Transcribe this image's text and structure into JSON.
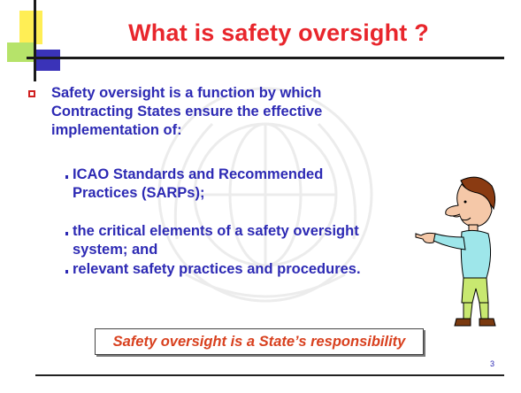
{
  "slide": {
    "title": "What is safety oversight ?",
    "intro": "Safety oversight is a function by which Contracting States ensure the effective implementation of:",
    "sub_items": [
      "ICAO Standards and Recommended Practices (SARPs);",
      "the critical elements of a safety oversight system; and",
      "relevant safety practices and procedures."
    ],
    "callout": "Safety oversight is a State’s responsibility",
    "page_number": "3"
  },
  "colors": {
    "title": "#e8262c",
    "body": "#2d2ab4",
    "callout": "#d8401e",
    "bullet_box": "#d02020"
  },
  "icons": {
    "bullet": "hollow-square-bullet",
    "presenter": "cartoon-man-pointing",
    "watermark": "icao-emblem"
  }
}
